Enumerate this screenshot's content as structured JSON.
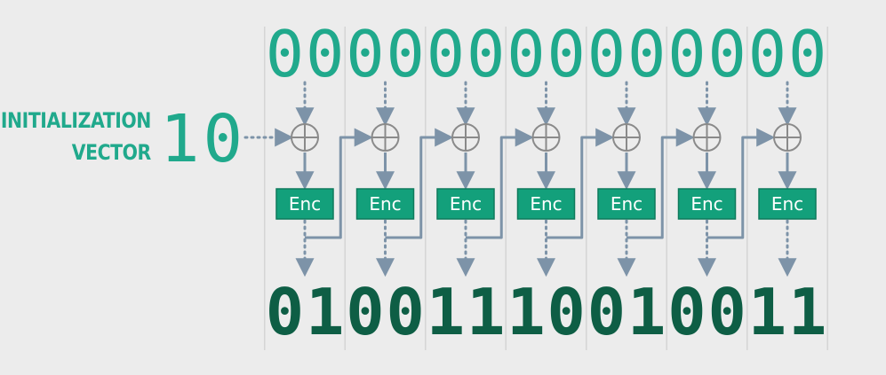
{
  "iv": {
    "label_line1": "INITIALIZATION",
    "label_line2": "VECTOR",
    "value": "10"
  },
  "plaintext_bits": "00000000000000",
  "ciphertext_bits": "01001110010011",
  "block_count": 7,
  "block_label": "Enc",
  "colors": {
    "background": "#ececec",
    "plaintext": "#20a98c",
    "ciphertext": "#0e5e45",
    "enc_box": "#13a07b",
    "enc_border": "#0e7a5c",
    "arrow": "#7d93a8",
    "divider": "#d5d5d5",
    "xor": "#8a8a8a"
  },
  "icons": [
    "xor-icon",
    "arrow-down-icon",
    "arrow-right-icon"
  ]
}
